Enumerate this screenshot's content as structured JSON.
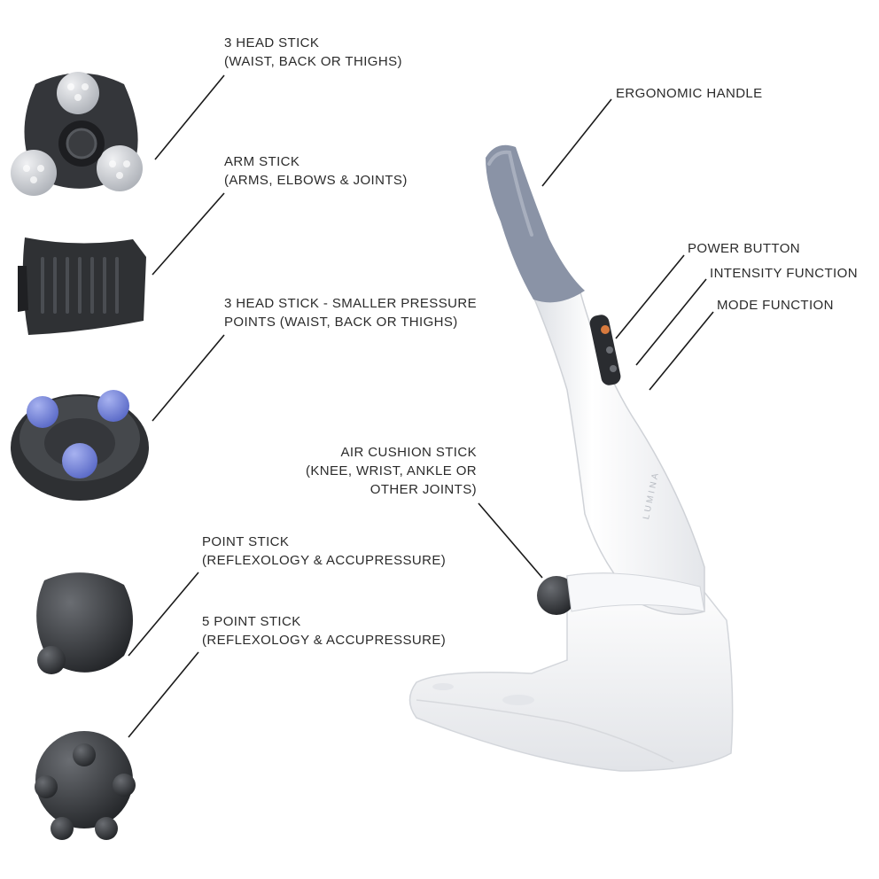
{
  "labels": {
    "three_head_stick": {
      "line1": "3 HEAD STICK",
      "line2": "(WAIST, BACK OR THIGHS)"
    },
    "arm_stick": {
      "line1": "ARM STICK",
      "line2": "(ARMS, ELBOWS & JOINTS)"
    },
    "three_head_small": {
      "line1": "3 HEAD STICK - SMALLER PRESSURE",
      "line2": "POINTS (WAIST, BACK OR THIGHS)"
    },
    "point_stick": {
      "line1": "POINT STICK",
      "line2": "(REFLEXOLOGY & ACCUPRESSURE)"
    },
    "five_point_stick": {
      "line1": "5 POINT STICK",
      "line2": "(REFLEXOLOGY & ACCUPRESSURE)"
    },
    "air_cushion_stick": {
      "line1": "AIR CUSHION STICK",
      "line2": "(KNEE, WRIST, ANKLE OR",
      "line3": "OTHER JOINTS)"
    },
    "ergonomic_handle": "ERGONOMIC HANDLE",
    "power_button": "POWER BUTTON",
    "intensity_function": "INTENSITY FUNCTION",
    "mode_function": "MODE FUNCTION"
  },
  "brand": "LUMINA",
  "colors": {
    "label_text": "#2b2b2b",
    "leader_line": "#1a1a1a",
    "handle_grip": "#8a93a6",
    "body_white": "#f2f3f5",
    "attachment_dark": "#2e3033",
    "roller_gray": "#c9ccd1",
    "roller_blue": "#6f7fd6"
  }
}
